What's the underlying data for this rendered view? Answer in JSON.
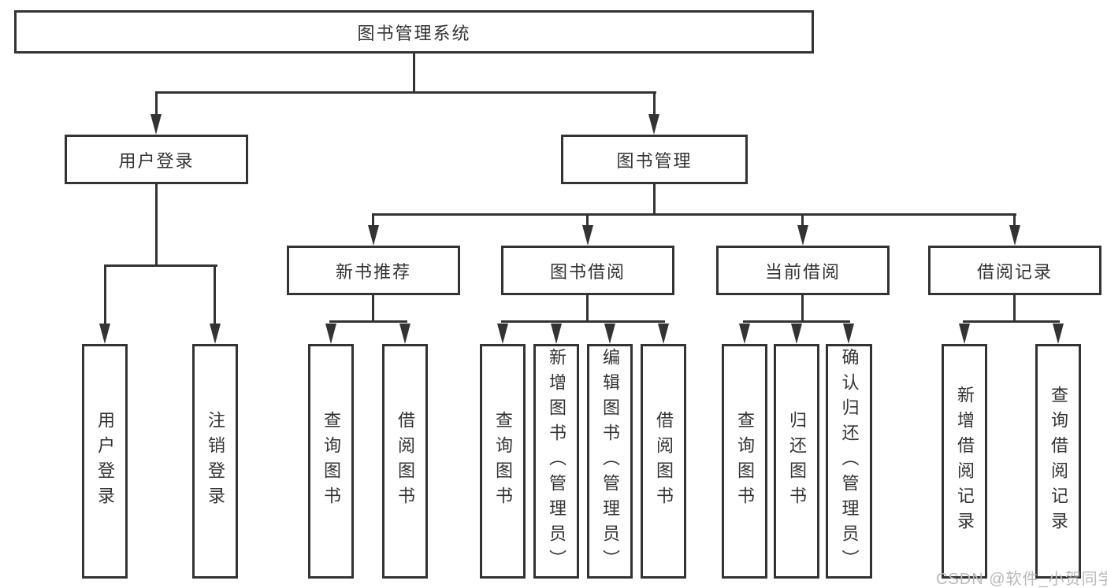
{
  "tree": {
    "root": "图书管理系统",
    "nodes": [
      {
        "label": "用户登录",
        "children": [
          "用户登录",
          "注销登录"
        ]
      },
      {
        "label": "图书管理",
        "children": [
          {
            "label": "新书推荐",
            "children": [
              "查询图书",
              "借阅图书"
            ]
          },
          {
            "label": "图书借阅",
            "children": [
              "查询图书",
              "新增图书（管理员）",
              "编辑图书（管理员）",
              "借阅图书"
            ]
          },
          {
            "label": "当前借阅",
            "children": [
              "查询图书",
              "归还图书",
              "确认归还（管理员）"
            ]
          },
          {
            "label": "借阅记录",
            "children": [
              "新增借阅记录",
              "查询借阅记录"
            ]
          }
        ]
      }
    ]
  },
  "watermark": {
    "text": "CSDN @软件_小贺同学"
  },
  "colors": {
    "line": "#333333",
    "text": "#333333",
    "background": "#ffffff",
    "watermark": "#b9b9b9"
  }
}
